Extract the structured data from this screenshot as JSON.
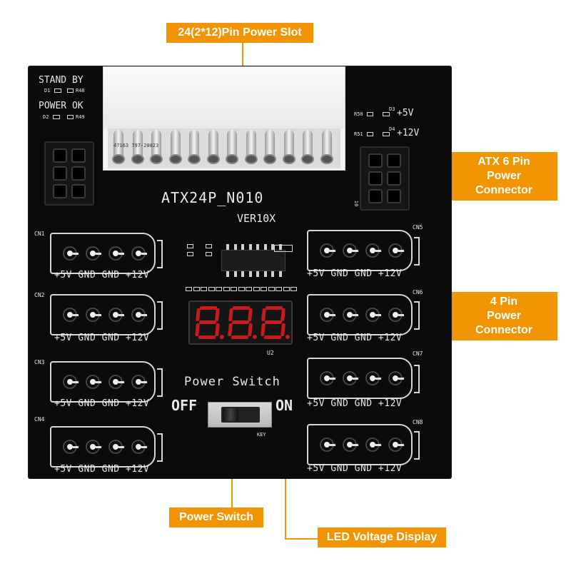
{
  "callouts": {
    "slot24": "24(2*12)Pin Power Slot",
    "atx6_line1": "ATX 6 Pin",
    "atx6_line2": "Power Connector",
    "pin4_line1": "4 Pin",
    "pin4_line2": "Power Connector",
    "power_switch": "Power Switch",
    "led_display": "LED Voltage Display"
  },
  "board": {
    "model": "ATX24P_N010",
    "version": "VER10X",
    "stand_by": "STAND BY",
    "power_ok": "POWER OK",
    "d1": "D1",
    "r48": "R48",
    "d2": "D2",
    "r49": "R49",
    "r50": "R50",
    "d3": "D3",
    "v5": "+5V",
    "r51": "R51",
    "d4": "D4",
    "v12": "+12V",
    "slot_code": "47163 797-20023",
    "side_num": "10",
    "power_switch_label": "Power Switch",
    "off": "OFF",
    "on": "ON",
    "key": "KEY",
    "u2": "U2",
    "display_digits": [
      "8.",
      "8.",
      "8."
    ],
    "molex_label": "+5V GND GND +12V",
    "left_connectors": [
      "CN1",
      "CN2",
      "CN3",
      "CN4"
    ],
    "right_connectors": [
      "CN5",
      "CN6",
      "CN7",
      "CN8"
    ]
  },
  "colors": {
    "callout": "#f29400",
    "board": "#0b0b0b",
    "display_segment": "#c61c1c"
  }
}
